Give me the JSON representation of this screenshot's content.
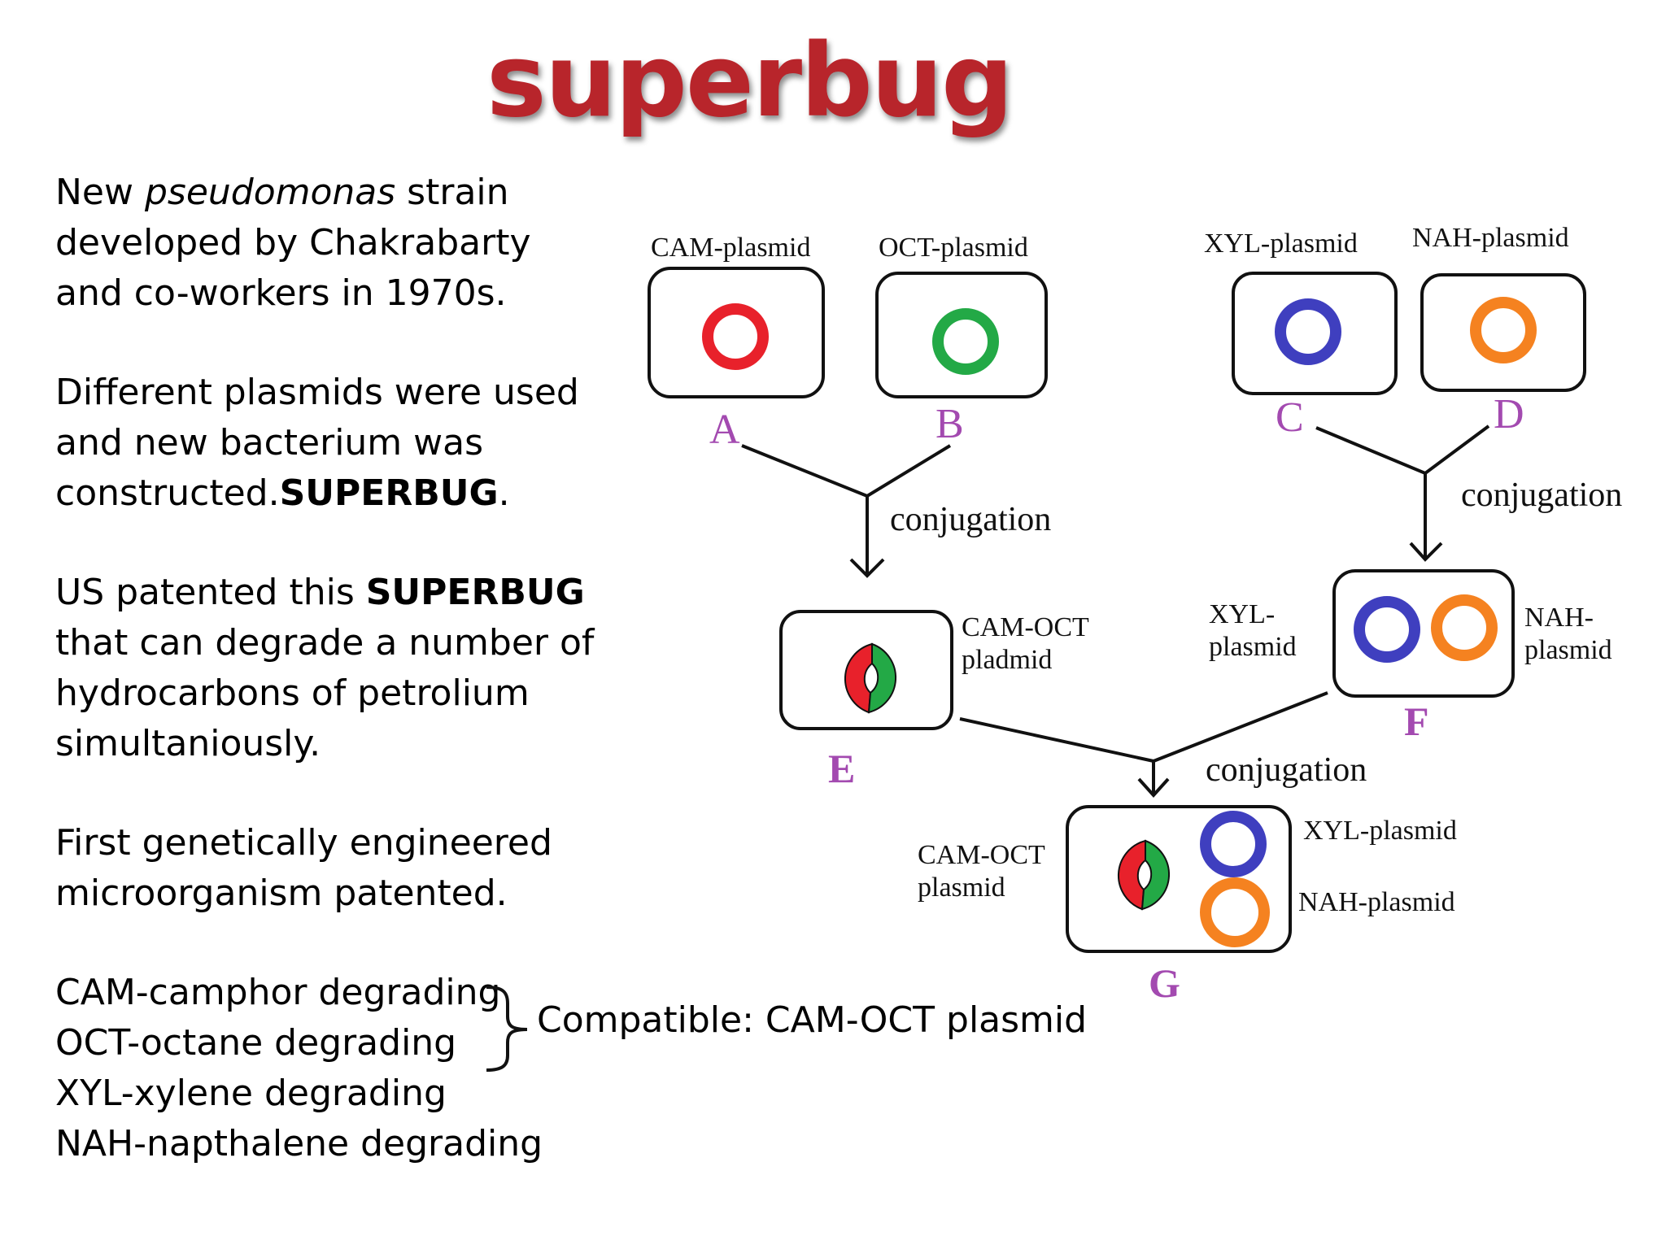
{
  "title": "superbug",
  "intro": {
    "before": "New ",
    "italic": "pseudomonas",
    "after": " strain",
    "line2": "developed by Chakrabarty",
    "line3": "and co-workers in 1970s."
  },
  "plasmids_para": {
    "line1": "Different plasmids were used",
    "line2": "and new bacterium was",
    "line3_text": "constructed.",
    "line3_bold": "SUPERBUG",
    "line3_end": "."
  },
  "patent_para": {
    "line1_text": "US patented this ",
    "line1_bold": "SUPERBUG",
    "line2": "that can degrade a number of",
    "line3": "hydrocarbons of petrolium",
    "line4": "simultaniously."
  },
  "first_para": {
    "line1": "First genetically engineered",
    "line2": "microorganism patented."
  },
  "degrading_list": [
    "CAM-camphor degrading",
    "OCT-octane degrading",
    "XYL-xylene degrading",
    "NAH-napthalene degrading"
  ],
  "compatible_note": "Compatible: CAM-OCT plasmid",
  "diagram": {
    "cells": [
      {
        "letter": "A",
        "label": "CAM-plasmid",
        "plasmid_color": "#e8212b"
      },
      {
        "letter": "B",
        "label": "OCT-plasmid",
        "plasmid_color": "#23a946"
      },
      {
        "letter": "C",
        "label": "XYL-plasmid",
        "plasmid_color": "#3f3fbf"
      },
      {
        "letter": "D",
        "label": "NAH-plasmid",
        "plasmid_color": "#f58220"
      }
    ],
    "conjugation_label": "conjugation",
    "cell_e": {
      "letter": "E",
      "label_line1": "CAM-OCT",
      "label_line2": "pladmid"
    },
    "cell_f": {
      "letter": "F",
      "left_label_line1": "XYL-",
      "left_label_line2": "plasmid",
      "right_label_line1": "NAH-",
      "right_label_line2": "plasmid"
    },
    "cell_g": {
      "letter": "G",
      "left_label_line1": "CAM-OCT",
      "left_label_line2": "plasmid",
      "right_label_top": "XYL-plasmid",
      "right_label_bottom": "NAH-plasmid"
    },
    "colors": {
      "cam": "#e8212b",
      "oct": "#23a946",
      "xyl": "#3f3fbf",
      "nah": "#f58220",
      "letter": "#a34ab0",
      "title": "#b8252b"
    }
  }
}
